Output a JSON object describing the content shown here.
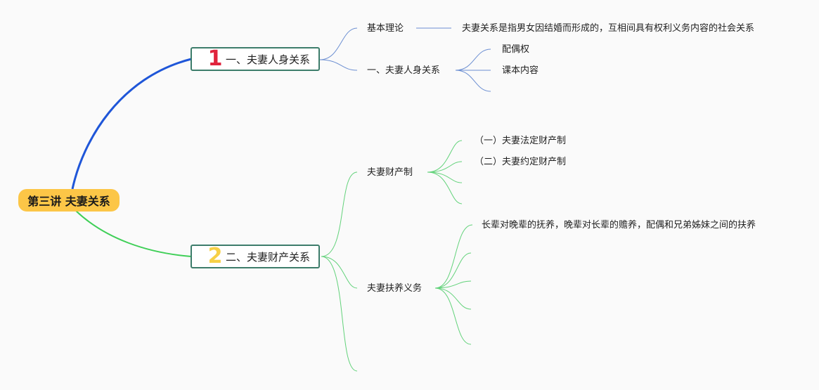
{
  "colors": {
    "background": "#fafafa",
    "root_fill": "#fcc647",
    "node_border": "#3d7d6b",
    "branch_blue": "#1f56d8",
    "branch_green": "#3fcf57",
    "sub_blue": "#6c8fd2",
    "sub_green": "#62d27a",
    "number_1": "#e0243d",
    "number_2": "#f7d046"
  },
  "root": {
    "label": "第三讲 夫妻关系"
  },
  "branches": [
    {
      "number": "1",
      "label": "一、夫妻人身关系",
      "children": [
        {
          "label": "基本理论",
          "detail": "夫妻关系是指男女因结婚而形成的，互相间具有权利义务内容的社会关系"
        },
        {
          "label": "一、夫妻人身关系",
          "children": [
            "配偶权",
            "课本内容",
            ""
          ]
        }
      ]
    },
    {
      "number": "2",
      "label": "二、夫妻财产关系",
      "children": [
        {
          "label": "夫妻财产制",
          "children": [
            "（一）夫妻法定财产制",
            "（二）夫妻约定财产制",
            "",
            ""
          ]
        },
        {
          "label": "夫妻扶养义务",
          "children": [
            "长辈对晚辈的抚养，晚辈对长辈的赡养，配偶和兄弟姊妹之间的扶养",
            "",
            "",
            "",
            ""
          ]
        },
        {
          "label": ""
        }
      ]
    }
  ]
}
